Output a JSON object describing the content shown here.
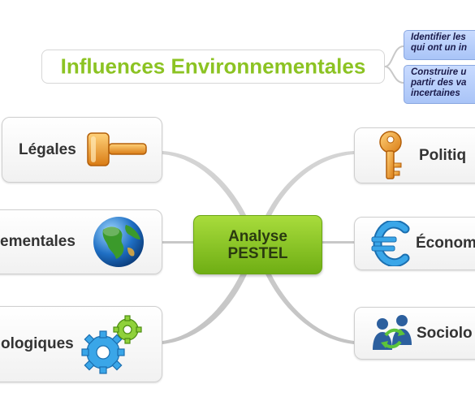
{
  "title": "Influences Environnementales",
  "notes": [
    {
      "line1": "Identifier les",
      "line2": "qui ont un in"
    },
    {
      "line1": "Construire u",
      "line2": "partir des va",
      "line3": "incertaines"
    }
  ],
  "center": {
    "line1": "Analyse",
    "line2": "PESTEL"
  },
  "left_nodes": [
    {
      "label": "Légales",
      "icon": "hammer-icon"
    },
    {
      "label": "ementales",
      "icon": "globe-icon"
    },
    {
      "label": "ologiques",
      "icon": "gears-icon"
    }
  ],
  "right_nodes": [
    {
      "label": "Politiq",
      "icon": "key-icon"
    },
    {
      "label": "Économ",
      "icon": "euro-icon"
    },
    {
      "label": "Sociolo",
      "icon": "people-icon"
    }
  ],
  "colors": {
    "title_green": "#8cc323",
    "center_top": "#a8dc3c",
    "center_bottom": "#6fae14",
    "note_blue": "#b7cefb",
    "connector_gray": "#c8c8c8"
  }
}
